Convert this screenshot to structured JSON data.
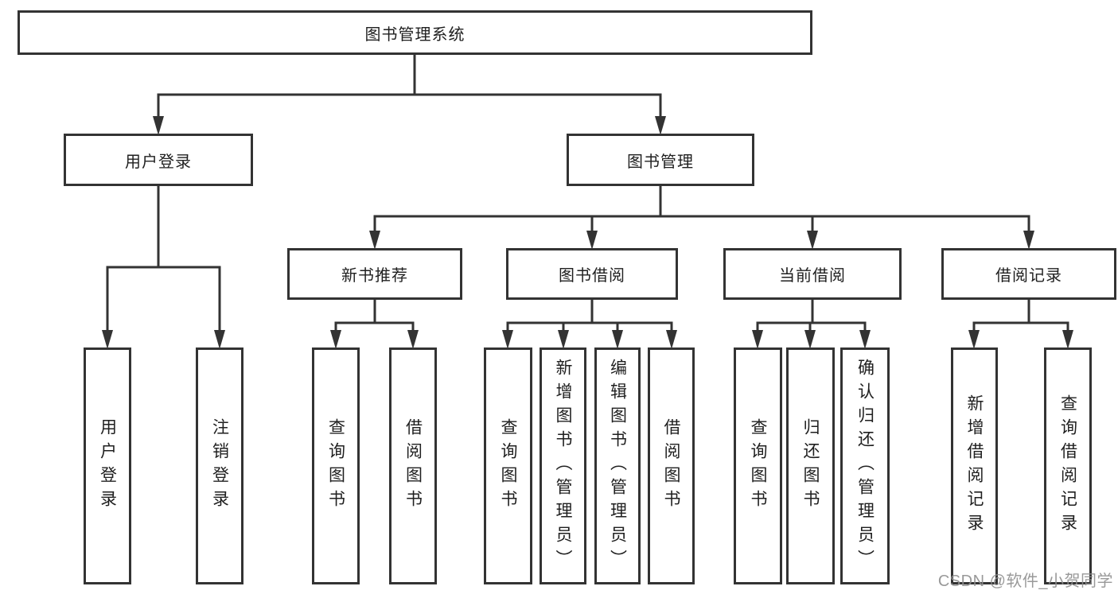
{
  "diagram": {
    "type": "hierarchy",
    "title": "图书管理系统",
    "nodes": {
      "root": "图书管理系统",
      "user_login": "用户登录",
      "book_mgmt": "图书管理",
      "new_book_rec": "新书推荐",
      "book_borrow": "图书借阅",
      "current_borrow": "当前借阅",
      "borrow_records": "借阅记录",
      "ul_user_login": "用户登录",
      "ul_logout": "注销登录",
      "nr_query_book": "查询图书",
      "nr_borrow_book": "借阅图书",
      "bb_query_book": "查询图书",
      "bb_add_book": "新增图书（管理员）",
      "bb_edit_book": "编辑图书（管理员）",
      "bb_borrow_book": "借阅图书",
      "cb_query_book": "查询图书",
      "cb_return_book": "归还图书",
      "cb_confirm_return": "确认归还（管理员）",
      "br_add_record": "新增借阅记录",
      "br_query_record": "查询借阅记录"
    },
    "hierarchy": {
      "图书管理系统": {
        "用户登录": [
          "用户登录",
          "注销登录"
        ],
        "图书管理": {
          "新书推荐": [
            "查询图书",
            "借阅图书"
          ],
          "图书借阅": [
            "查询图书",
            "新增图书（管理员）",
            "编辑图书（管理员）",
            "借阅图书"
          ],
          "当前借阅": [
            "查询图书",
            "归还图书",
            "确认归还（管理员）"
          ],
          "借阅记录": [
            "新增借阅记录",
            "查询借阅记录"
          ]
        }
      }
    }
  },
  "watermark": {
    "text": "CSDN @软件_小贺同学"
  },
  "colors": {
    "line": "#333333",
    "box_border": "#333333",
    "box_fill": "#ffffff",
    "text": "#1f1f1f",
    "watermark": "#8f8f8f",
    "background": "#ffffff"
  }
}
